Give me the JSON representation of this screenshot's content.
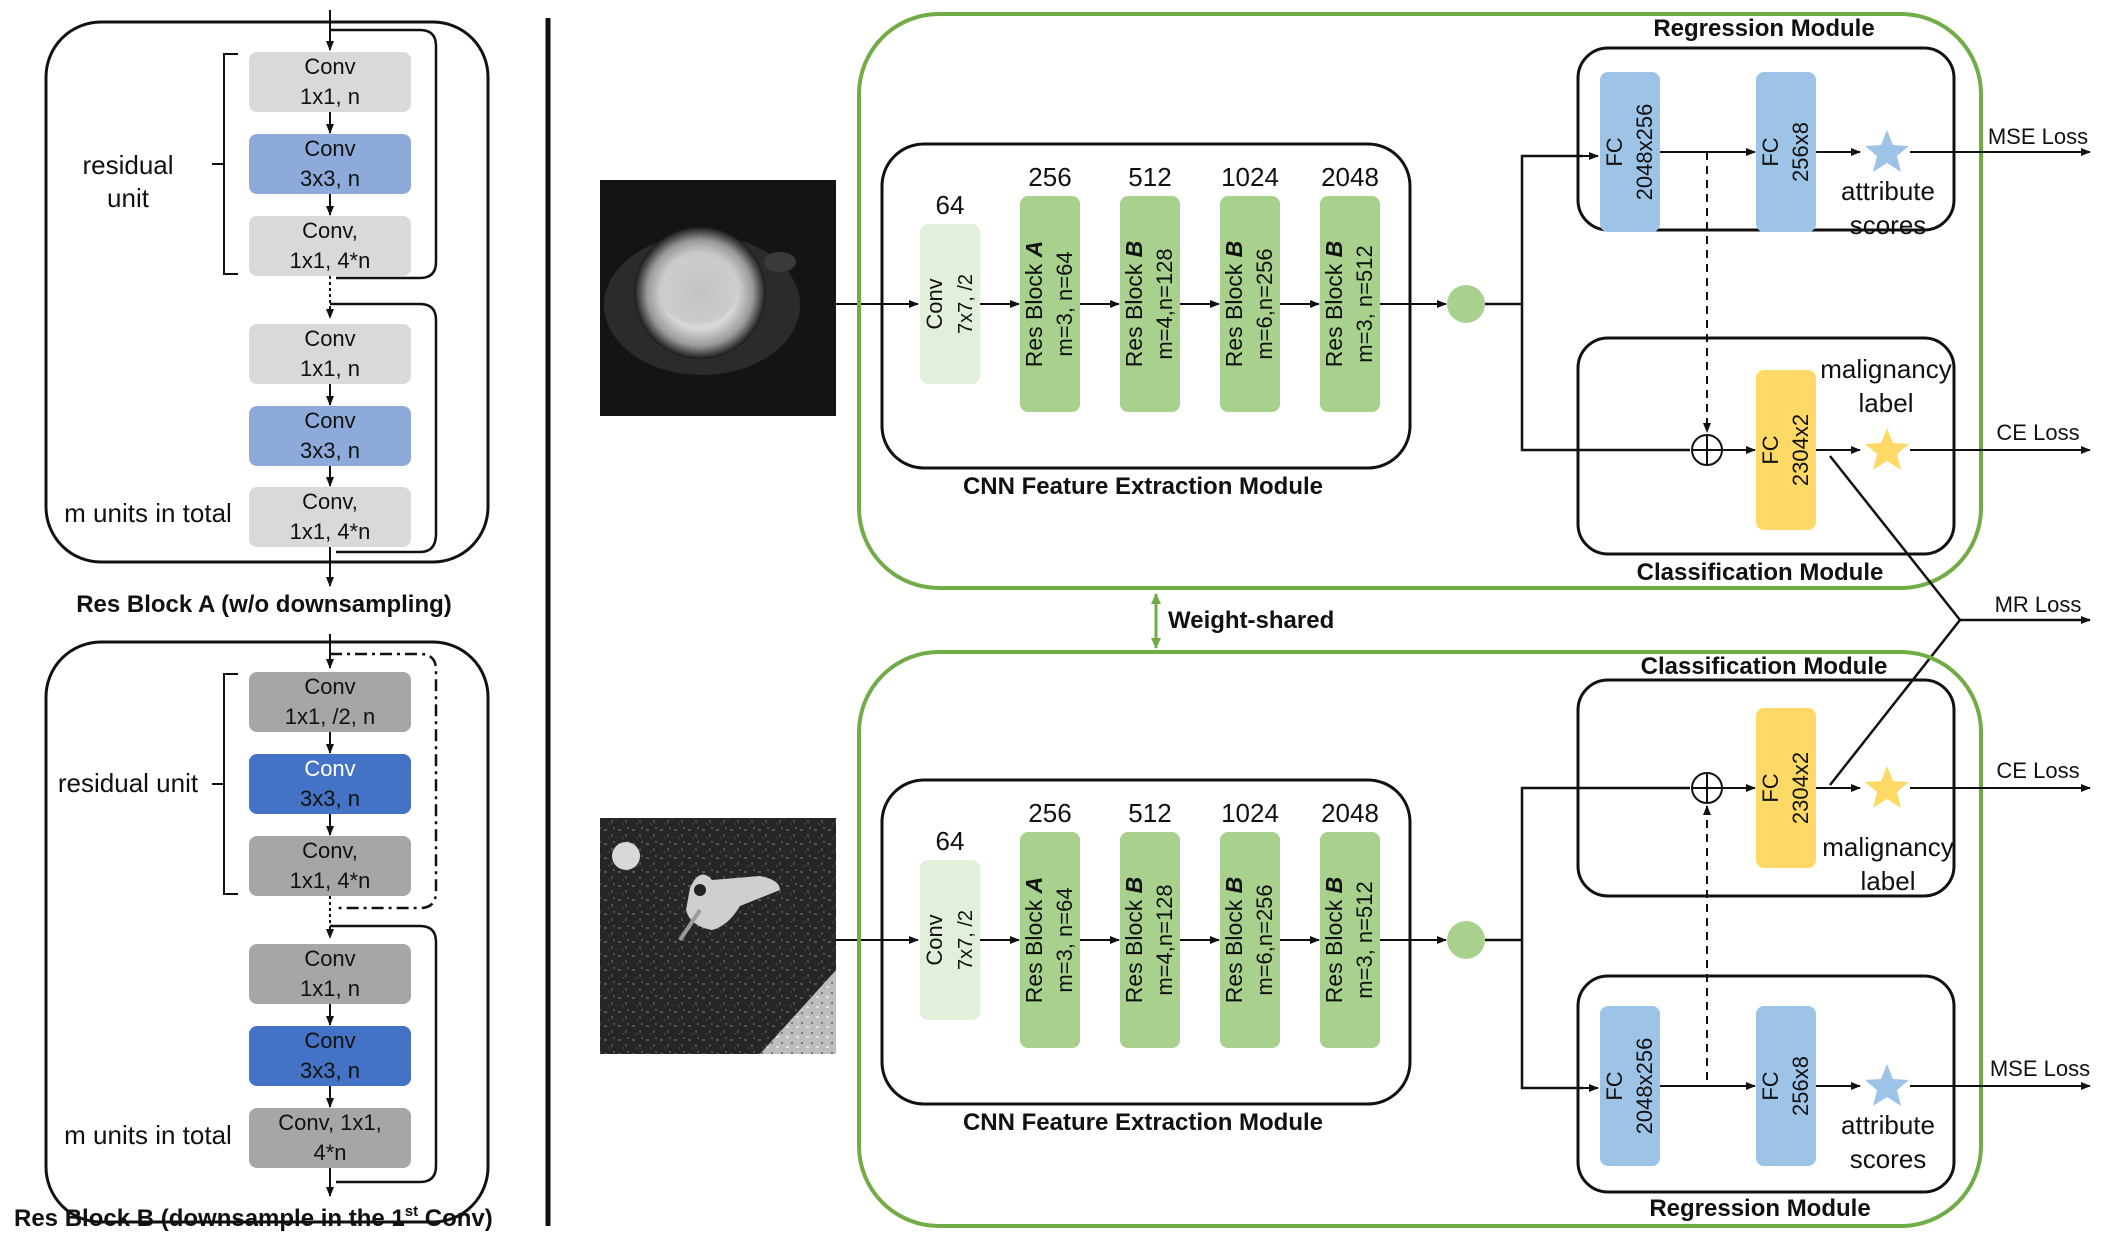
{
  "left": {
    "block_a": {
      "caption": "Res Block A (w/o downsampling)",
      "unit1": {
        "box1": [
          "Conv",
          "1x1, n"
        ],
        "box2": [
          "Conv",
          "3x3, n"
        ],
        "box3": [
          "Conv,",
          "1x1, 4*n"
        ]
      },
      "unit2": {
        "box1": [
          "Conv",
          "1x1, n"
        ],
        "box2": [
          "Conv",
          "3x3, n"
        ],
        "box3": [
          "Conv,",
          "1x1, 4*n"
        ]
      },
      "residual_label": [
        "residual",
        "unit"
      ],
      "m_units": "m units in total"
    },
    "block_b": {
      "caption": "Res Block B (downsample in the 1",
      "caption_sup": "st",
      "caption_end": " Conv)",
      "unit1": {
        "box1": [
          "Conv",
          "1x1, /2, n"
        ],
        "box2": [
          "Conv",
          "3x3, n"
        ],
        "box3": [
          "Conv,",
          "1x1, 4*n"
        ]
      },
      "unit2": {
        "box1": [
          "Conv",
          "1x1, n"
        ],
        "box2": [
          "Conv",
          "3x3, n"
        ],
        "box3": [
          "Conv, 1x1,",
          "4*n"
        ]
      },
      "residual_label": "residual unit",
      "m_units": "m units in total"
    }
  },
  "network": {
    "weight_shared": "Weight-shared",
    "top": {
      "cnn_title": "CNN Feature Extraction Module",
      "conv": {
        "channels": "64",
        "label": "Conv",
        "params": "7x7, /2"
      },
      "blocks": [
        {
          "channels": "256",
          "name": "Res Block ",
          "letter": "A",
          "params": "m=3, n=64"
        },
        {
          "channels": "512",
          "name": "Res Block ",
          "letter": "B",
          "params": "m=4,n=128"
        },
        {
          "channels": "1024",
          "name": "Res Block ",
          "letter": "B",
          "params": "m=6,n=256"
        },
        {
          "channels": "2048",
          "name": "Res Block ",
          "letter": "B",
          "params": "m=3, n=512"
        }
      ],
      "regression_title": "Regression Module",
      "classification_title": "Classification Module",
      "fc1": [
        "FC",
        "2048x256"
      ],
      "fc2": [
        "FC",
        "256x8"
      ],
      "fc3": [
        "FC",
        "2304x2"
      ],
      "attribute": [
        "attribute",
        "scores"
      ],
      "malignancy": [
        "malignancy",
        "label"
      ],
      "mse_loss": "MSE Loss",
      "ce_loss": "CE Loss"
    },
    "mr_loss": "MR Loss",
    "bottom": {
      "cnn_title": "CNN Feature Extraction Module",
      "conv": {
        "channels": "64",
        "label": "Conv",
        "params": "7x7, /2"
      },
      "blocks": [
        {
          "channels": "256",
          "name": "Res Block ",
          "letter": "A",
          "params": "m=3, n=64"
        },
        {
          "channels": "512",
          "name": "Res Block ",
          "letter": "B",
          "params": "m=4,n=128"
        },
        {
          "channels": "1024",
          "name": "Res Block ",
          "letter": "B",
          "params": "m=6,n=256"
        },
        {
          "channels": "2048",
          "name": "Res Block ",
          "letter": "B",
          "params": "m=3, n=512"
        }
      ],
      "regression_title": "Regression Module",
      "classification_title": "Classification Module",
      "fc1": [
        "FC",
        "2048x256"
      ],
      "fc2": [
        "FC",
        "256x8"
      ],
      "fc3": [
        "FC",
        "2304x2"
      ],
      "attribute": [
        "attribute",
        "scores"
      ],
      "malignancy": [
        "malignancy",
        "label"
      ],
      "mse_loss": "MSE Loss",
      "ce_loss": "CE Loss"
    }
  },
  "colors": {
    "light_gray": "#d9d9d9",
    "blue_light": "#8eaadb",
    "gray_dark": "#a6a6a6",
    "blue_dark": "#4472c4",
    "pale_green": "#e2efda",
    "green": "#a9d18e",
    "module_green": "#70ad47",
    "fc_blue": "#9dc3e6",
    "fc_yellow": "#ffd966",
    "star_blue": "#9dc3e6",
    "star_yellow": "#ffd966"
  }
}
